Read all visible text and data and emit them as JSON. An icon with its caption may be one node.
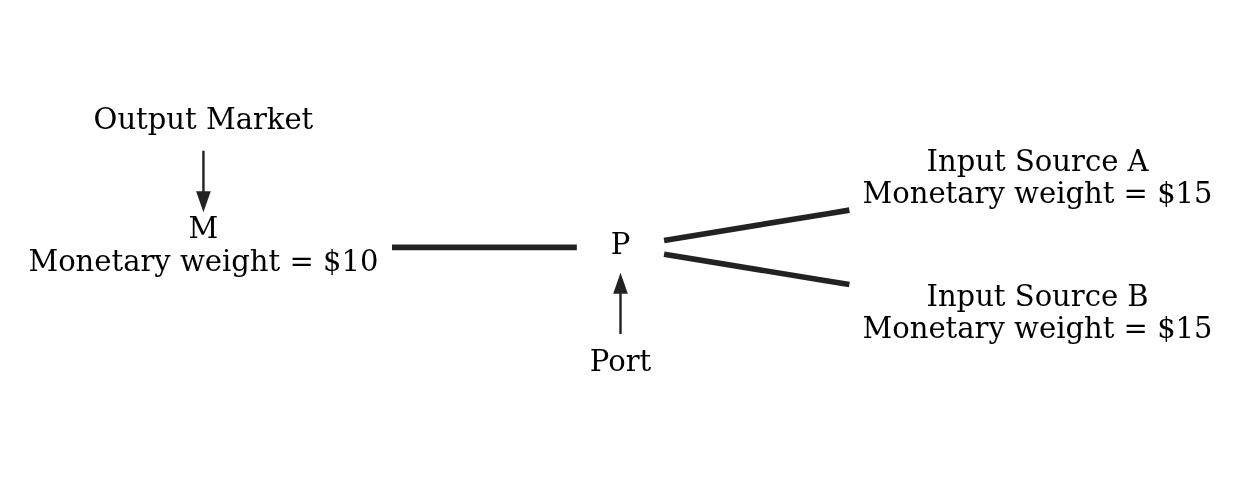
{
  "diagram": {
    "nodes": [
      {
        "text": [
          "Output Market"
        ]
      },
      {
        "text": [
          "Port"
        ]
      },
      {
        "text": [
          "M",
          "Monetary weight = $10"
        ]
      },
      {
        "text": [
          "P"
        ]
      },
      {
        "text": [
          "Input Source A",
          "Monetary weight = $15"
        ]
      },
      {
        "text": [
          "Input Source B",
          "Monetary weight = $15"
        ]
      }
    ],
    "edges": [
      {
        "from": 0,
        "to": 2,
        "arrow": "to"
      },
      {
        "from": 1,
        "to": 3,
        "arrow": "to"
      },
      {
        "from": 2,
        "to": 3,
        "arrow": "none"
      },
      {
        "from": 3,
        "to": 4,
        "arrow": "none"
      },
      {
        "from": 3,
        "to": 5,
        "arrow": "none"
      }
    ]
  }
}
